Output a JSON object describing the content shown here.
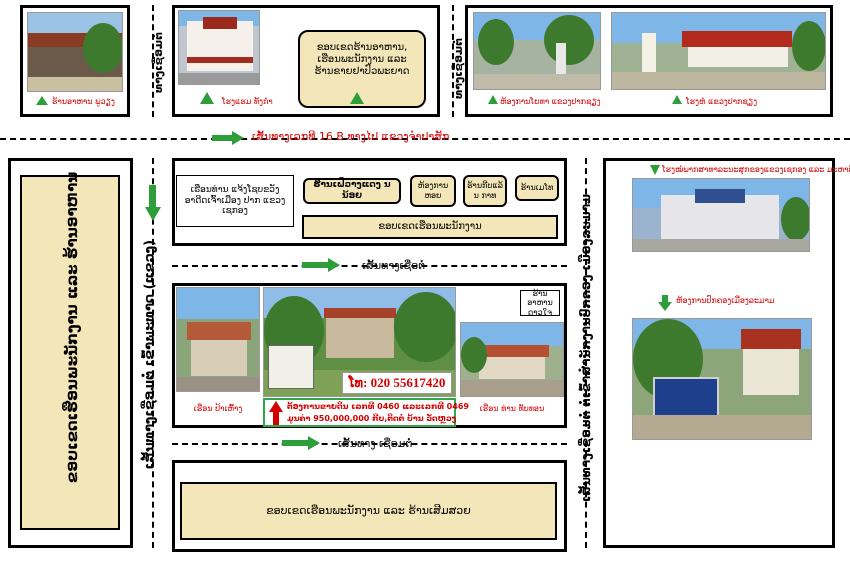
{
  "labels": {
    "shop_food_top_left": "ຮ້ານອາຫານ ພູວຽງ",
    "hotel_top": "ໂຮງແຮມ ທັງກໍາ",
    "zone_top_box": "ຂອບເຂດຮ້ານອາຫານ, ເຮືອນພະນັກງານ ແລະ ຮ້ານຂາຍຢາປົວພະຍາດ",
    "road_vertical_left_top": "ທາງເຊື່ອມຕໍ່",
    "road_vertical_right_top": "ທາງເຊື່ອມຕໍ່",
    "photo_gate_left_caption": "ຫ້ອງການໂຍທາ ແຂວງປາກຊຽງ",
    "photo_gate_right_caption": "ໂຮງຫໍ ແຂວງປາກຊຽງ",
    "road_main_top": "ເສັ້ນທາງເລກທີ 16 B ທາງໄປ ແຂວງຈໍາປາສັກ",
    "left_vertical_zone": "ຂອບເຂດເຮືອນພະນັກງານ ແລະ ຮ້ານອາຫານ",
    "block_mid_text": "ເຮືອນທ່ານ ແຈ້ງໂຊບຂວັງ ອາດີດເຈົ້າເມືອງ ປາກ ແຂວງເຊກອງ",
    "shop_pho": "ຮ້ານເຝີວາງແດງ ນ ນ້ອຍ",
    "office_small": "ຫ້ອງການ ຫອຍ",
    "shop_print": "ຮ້ານກີບແລ້ນ ກາທ",
    "shop_tea": "ຮ້ານເມໂທ",
    "staff_zone_mid": "ຂອບເຂດເຮືອນພະນັກງານ",
    "road_connect_mid": "ເສັ້ນທາງເຊື່ອຕໍ່",
    "road_vertical_left_main": "ເສັ້ນທາງເຊື່ອມຕໍ່ ເຂົ້າພະທາດ (ແຂວງ)",
    "road_vertical_right_main": "ເສັ້ນທາງເຊື່ອມຕໍ່ ຕໍ່ເຂົ້າສໍານັກງານປົກຄອງ ເມືອງລະມາມ",
    "hospital_caption": "ໂຮງໝໍພາກສາທາລະນະສຸກຂອງແຂວງເຊກອງ ແລະ ມະຫາສົ້ນ",
    "district_office_caption": "ຫ້ອງການປົກຄອງເມືອງລະມາມ",
    "house_left_caption": "ເຮືອນ ປ້າເຫົ້າງ",
    "phone_label": "ໂທ: 020 55617420",
    "sale_info_line1": "ຕ້ອງການຂາຍດິນ ເລກທີ 0460 ແລະເລກທີ 0469",
    "sale_info_line2": "ມູນຄ່າ 950,000,000 ກີບ,ຕິດຕໍ່ ບ້ານ ວັດຫຼວງ",
    "shop_food_mid_right": "ຮ້ານອາຫານ ດາວໃຈ",
    "house_right_caption": "ເຮືອນ ທ່ານ ທັບທອນ",
    "road_connect_bottom": "ເສັ້ນທາງ ເຊື່ອມຕໍ່",
    "bottom_zone": "ຂອບເຂດເຮືອນພະນັກງານ ແລະ ຮ້ານເສີມສວຍ"
  },
  "colors": {
    "beige": "#f3e6b8",
    "arrow_green": "#2e9e3a",
    "caption_red": "#d40000",
    "sale_green": "#2fa84a"
  }
}
